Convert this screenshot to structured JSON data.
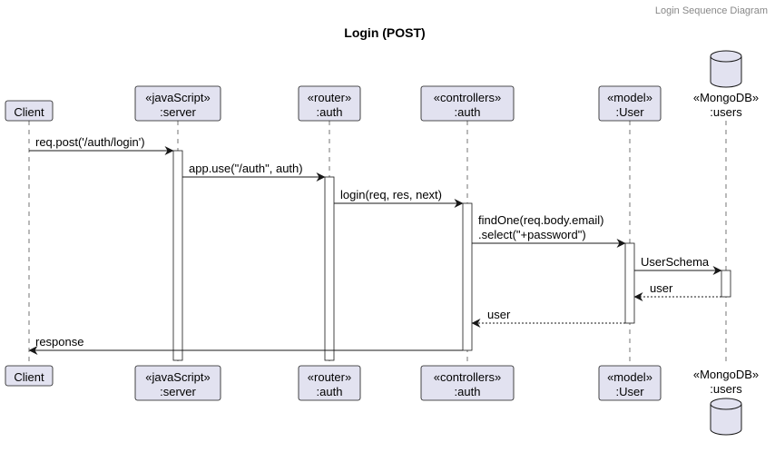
{
  "header": "Login Sequence Diagram",
  "title": "Login (POST)",
  "participants": [
    {
      "id": "client",
      "kind": "box",
      "lines": [
        "Client"
      ]
    },
    {
      "id": "server",
      "kind": "box",
      "lines": [
        "«javaScript»",
        ":server"
      ]
    },
    {
      "id": "router-auth",
      "kind": "box",
      "lines": [
        "«router»",
        ":auth"
      ]
    },
    {
      "id": "controllers-auth",
      "kind": "box",
      "lines": [
        "«controllers»",
        ":auth"
      ]
    },
    {
      "id": "model-user",
      "kind": "box",
      "lines": [
        "«model»",
        ":User"
      ]
    },
    {
      "id": "mongodb-users",
      "kind": "database",
      "lines": [
        "«MongoDB»",
        ":users"
      ]
    }
  ],
  "messages": [
    {
      "from": "client",
      "to": "server",
      "style": "sync",
      "lines": [
        "req.post('/auth/login')"
      ]
    },
    {
      "from": "server",
      "to": "router-auth",
      "style": "sync",
      "lines": [
        "app.use(\"/auth\", auth)"
      ]
    },
    {
      "from": "router-auth",
      "to": "controllers-auth",
      "style": "sync",
      "lines": [
        "login(req, res, next)"
      ]
    },
    {
      "from": "controllers-auth",
      "to": "model-user",
      "style": "sync",
      "lines": [
        "findOne(req.body.email)",
        ".select(\"+password\")"
      ]
    },
    {
      "from": "model-user",
      "to": "mongodb-users",
      "style": "sync",
      "lines": [
        "UserSchema"
      ]
    },
    {
      "from": "mongodb-users",
      "to": "model-user",
      "style": "return",
      "lines": [
        "user"
      ]
    },
    {
      "from": "model-user",
      "to": "controllers-auth",
      "style": "return",
      "lines": [
        "user"
      ]
    },
    {
      "from": "controllers-auth",
      "to": "client",
      "style": "sync",
      "lines": [
        "response"
      ]
    }
  ],
  "colors": {
    "participant_fill": "#E2E2F0",
    "participant_border": "#181818",
    "lifeline": "#181818",
    "activation_fill": "#FFFFFF",
    "header_text": "#888888"
  }
}
